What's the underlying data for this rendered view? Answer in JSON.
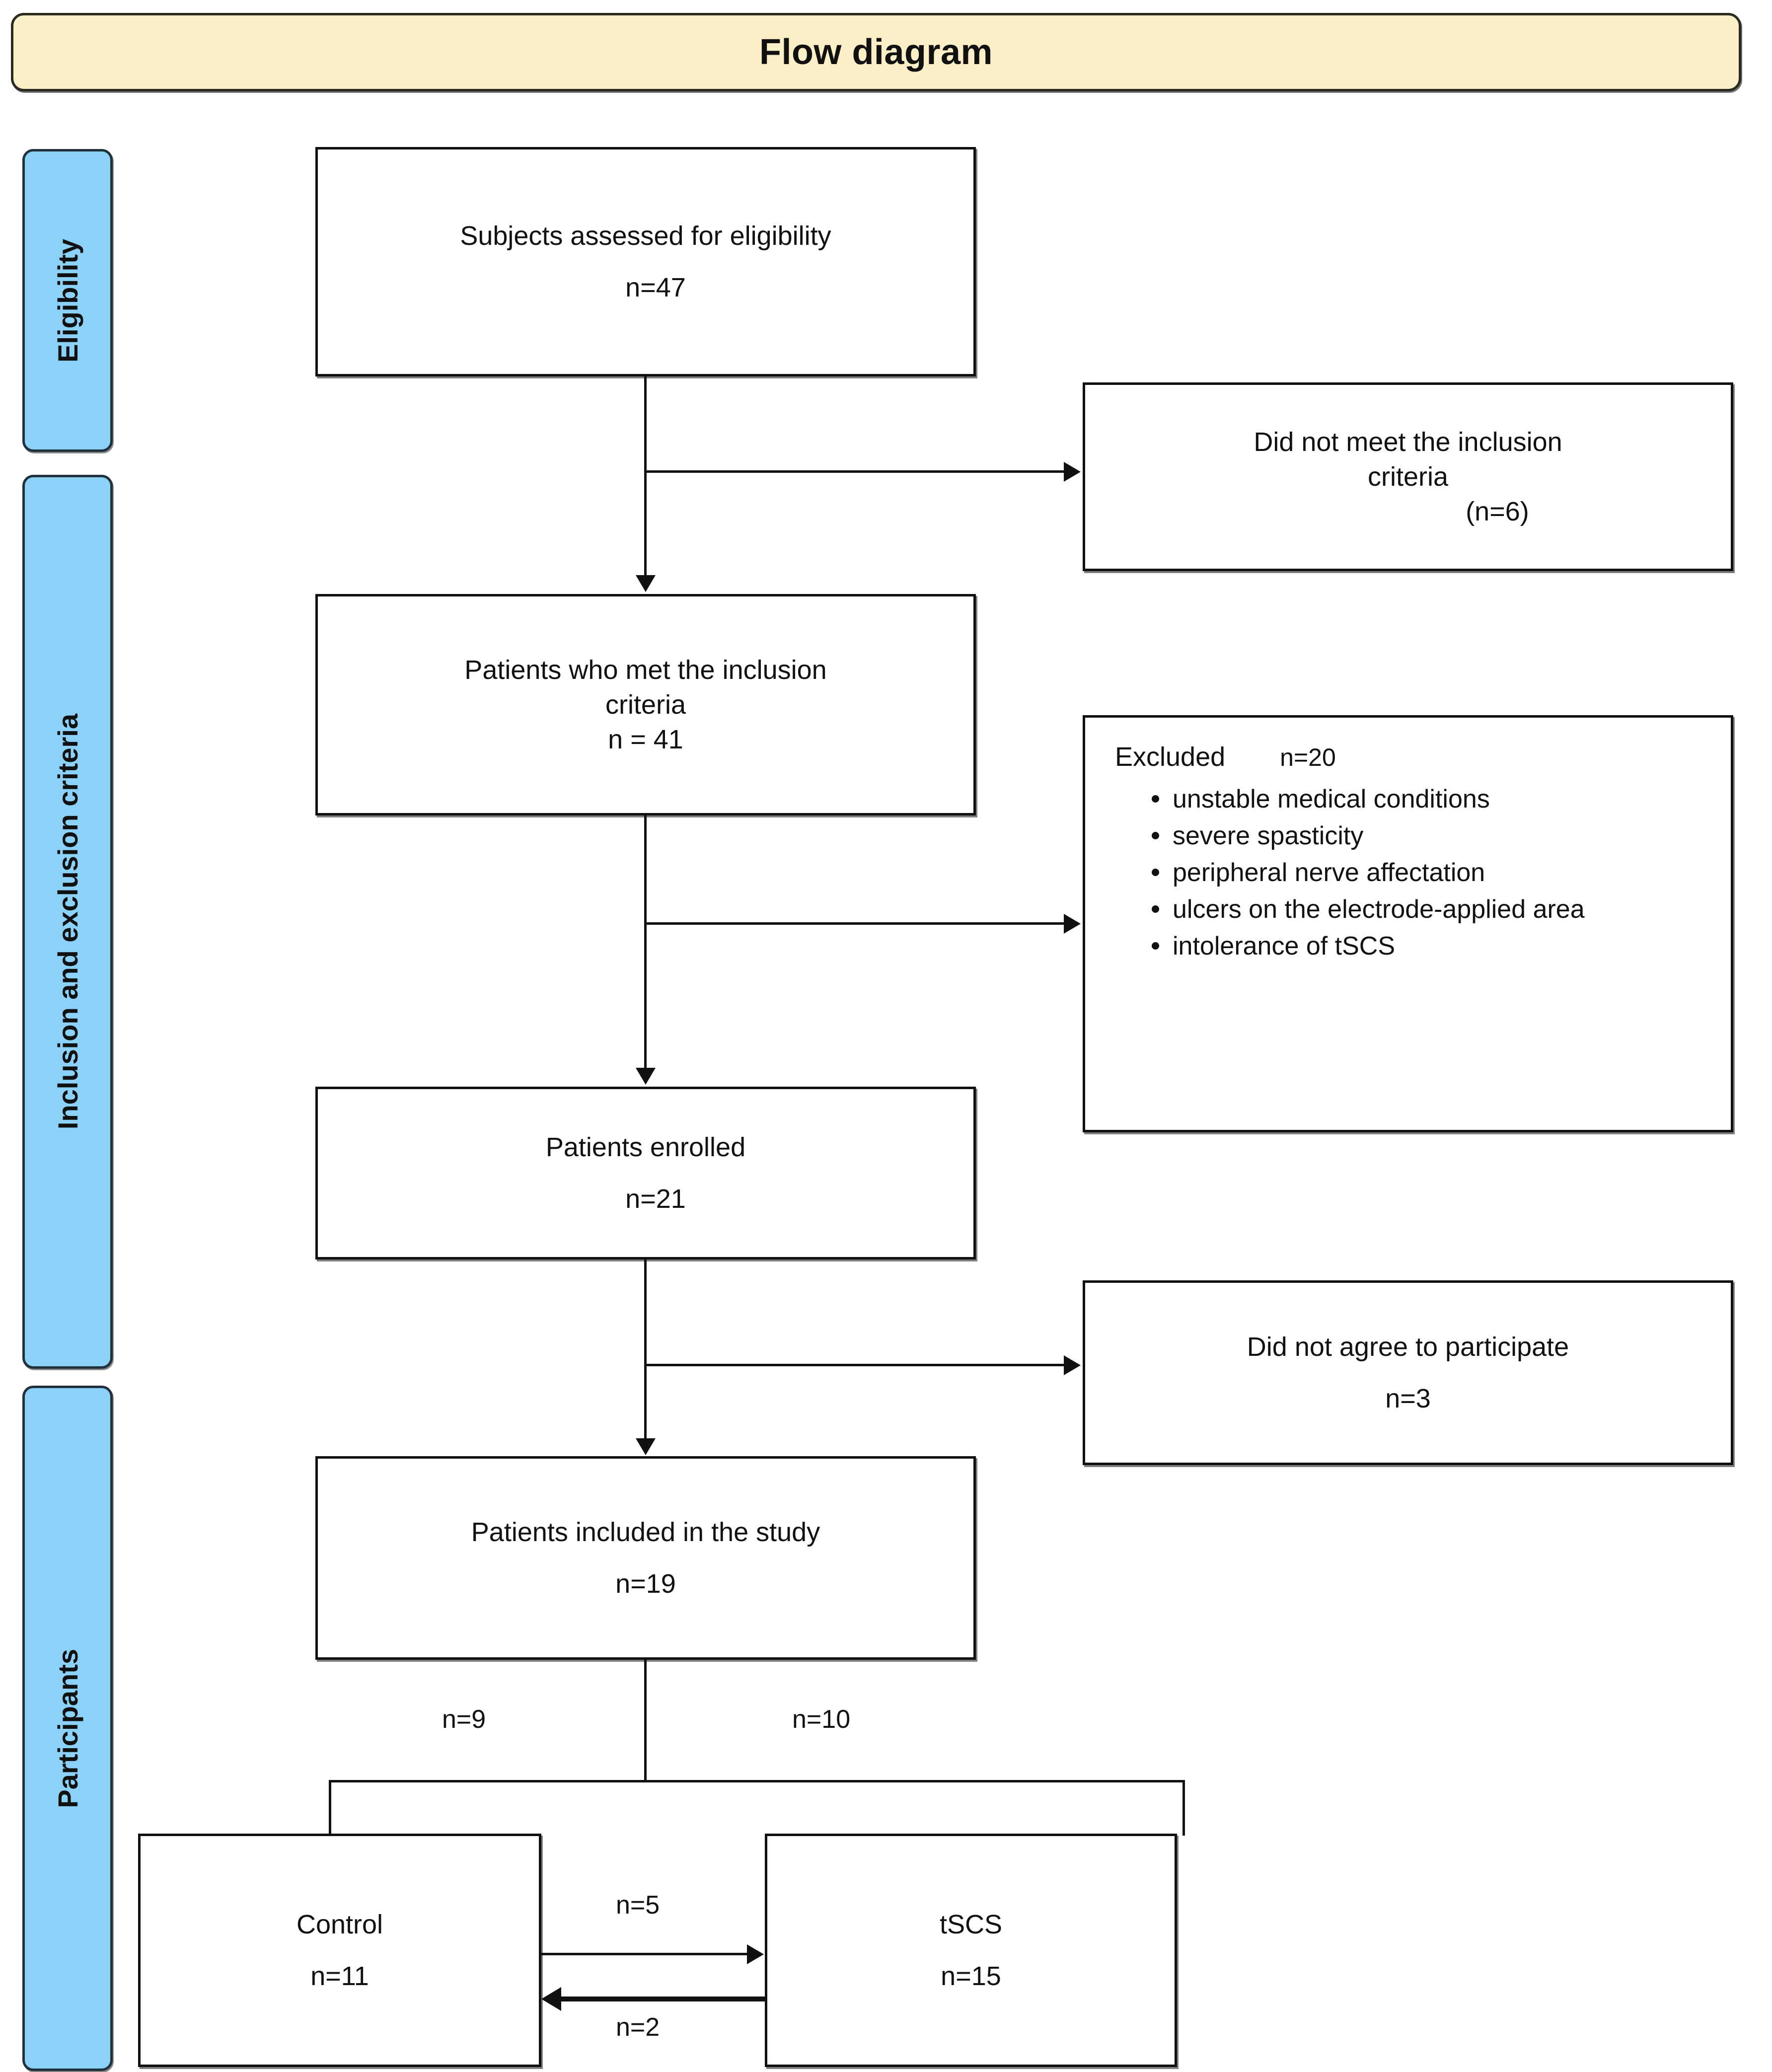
{
  "header": {
    "title": "Flow diagram"
  },
  "phases": [
    {
      "id": "eligibility",
      "label": "Eligibility"
    },
    {
      "id": "inclusion",
      "label": "Inclusion and exclusion criteria"
    },
    {
      "id": "participants",
      "label": "Participants"
    }
  ],
  "nodes": {
    "assessed": {
      "text": "Subjects assessed for eligibility",
      "n": "n=47"
    },
    "met": {
      "text": "Patients who met the inclusion",
      "text2": "criteria",
      "n": "n =  41"
    },
    "enrolled": {
      "text": "Patients enrolled",
      "n": "n=21"
    },
    "included": {
      "text": "Patients included in the study",
      "n": "n=19"
    },
    "not_meet": {
      "text": "Did not meet the inclusion",
      "text2": "criteria",
      "n": "(n=6)"
    },
    "excluded": {
      "text": "Excluded",
      "n": "n=20",
      "reasons": [
        "unstable medical conditions",
        "severe spasticity",
        "peripheral nerve affectation",
        "ulcers on the electrode-applied area",
        "intolerance of tSCS"
      ]
    },
    "not_agree": {
      "text": "Did not agree to participate",
      "n": "n=3"
    },
    "control": {
      "text": "Control",
      "n": "n=11"
    },
    "tscs": {
      "text": "tSCS",
      "n": "n=15"
    }
  },
  "edges": {
    "split_left": "n=9",
    "split_right": "n=10",
    "control_to_tscs": "n=5",
    "tscs_to_control": "n=2"
  },
  "colors": {
    "banner_fill": "#FBEFC8",
    "band_fill": "#8CD2F8",
    "line": "#111111",
    "box_border": "#101010"
  },
  "chart_data": {
    "type": "flowchart",
    "title": "Flow diagram",
    "stages": [
      {
        "stage": "Subjects assessed for eligibility",
        "n": 47,
        "phase": "Eligibility"
      },
      {
        "stage": "Did not meet the inclusion criteria",
        "n": 6,
        "kind": "exclusion"
      },
      {
        "stage": "Patients who met the inclusion criteria",
        "n": 41,
        "phase": "Inclusion and exclusion criteria"
      },
      {
        "stage": "Excluded",
        "n": 20,
        "kind": "exclusion"
      },
      {
        "stage": "Patients enrolled",
        "n": 21,
        "phase": "Inclusion and exclusion criteria"
      },
      {
        "stage": "Did not agree to participate",
        "n": 3,
        "kind": "exclusion"
      },
      {
        "stage": "Patients included in the study",
        "n": 19,
        "phase": "Participants"
      },
      {
        "stage": "Control",
        "n": 11,
        "allocated": 9,
        "phase": "Participants"
      },
      {
        "stage": "tSCS",
        "n": 15,
        "allocated": 10,
        "phase": "Participants"
      }
    ],
    "crossover": [
      {
        "from": "Control",
        "to": "tSCS",
        "n": 5
      },
      {
        "from": "tSCS",
        "to": "Control",
        "n": 2
      }
    ]
  }
}
